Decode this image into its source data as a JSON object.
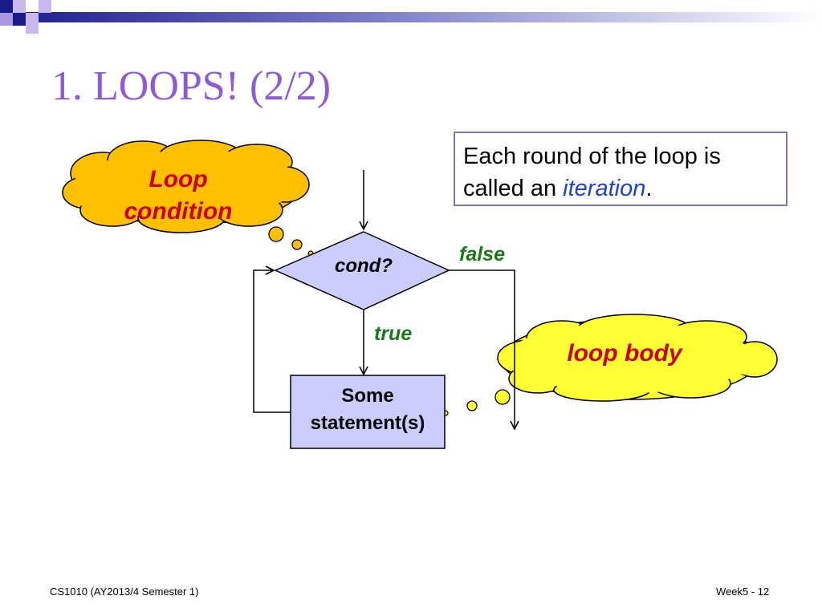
{
  "slide": {
    "title": "1. LOOPS! (2/2)",
    "note": {
      "prefix": "Each round of the loop is called an ",
      "emphasis": "iteration",
      "suffix": "."
    },
    "footer": {
      "course": "CS1010 (AY2013/4 Semester 1)",
      "page": "Week5 - 12"
    }
  },
  "diagram": {
    "decision_label": "cond?",
    "process_label_line1": "Some",
    "process_label_line2": "statement(s)",
    "true_label": "true",
    "false_label": "false",
    "callout_condition_line1": "Loop",
    "callout_condition_line2": "condition",
    "callout_body": "loop body"
  },
  "colors": {
    "title": "#8b5cd6",
    "shape_fill": "#ccccff",
    "branch_label": "#1a7a1a",
    "callout_condition_fill": "#ffc000",
    "callout_body_fill": "#ffff33",
    "callout_text": "#cc0000",
    "note_emphasis": "#1f3fd0"
  }
}
